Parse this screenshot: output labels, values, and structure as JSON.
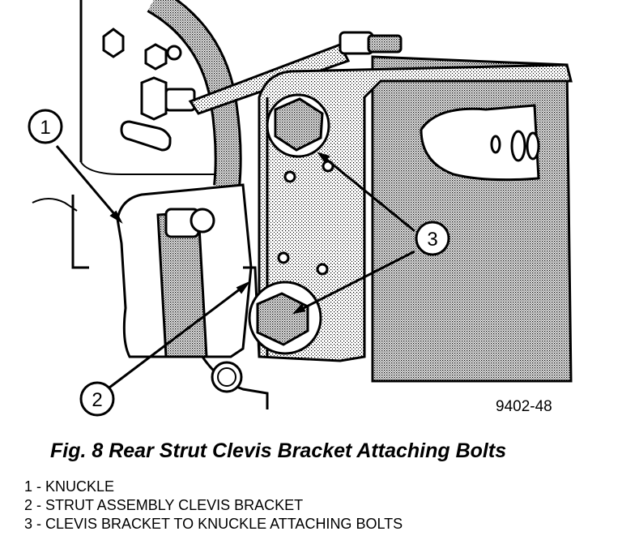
{
  "callouts": [
    {
      "number": "1"
    },
    {
      "number": "2"
    },
    {
      "number": "3"
    }
  ],
  "figure_code": "9402-48",
  "caption": "Fig. 8 Rear Strut Clevis Bracket Attaching Bolts",
  "legend": [
    "1 - KNUCKLE",
    "2 - STRUT ASSEMBLY CLEVIS BRACKET",
    "3 - CLEVIS BRACKET TO KNUCKLE ATTACHING BOLTS"
  ]
}
